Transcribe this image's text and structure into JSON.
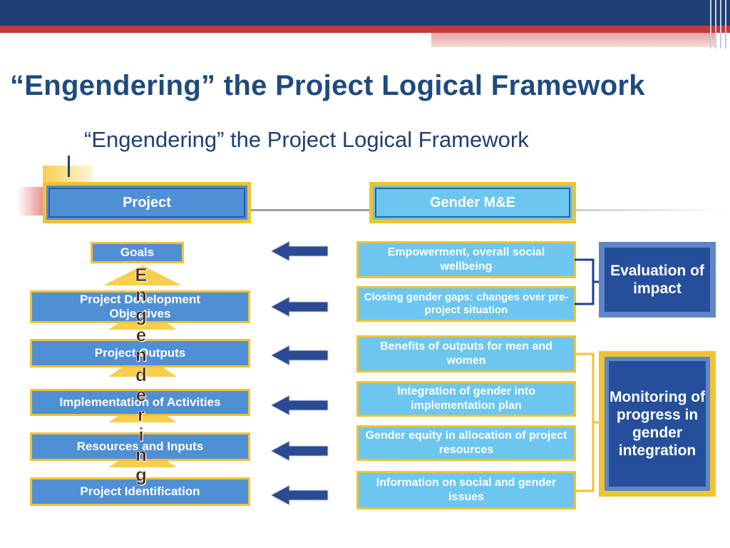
{
  "slide": {
    "title": "“Engendering” the Project Logical Framework"
  },
  "diagram": {
    "title": "“Engendering” the Project Logical Framework",
    "project_header": "Project",
    "gender_header": "Gender M&E",
    "left_boxes": [
      {
        "label": "Goals"
      },
      {
        "label": "Project Development Objectives"
      },
      {
        "label": "Project Outputs"
      },
      {
        "label": "Implementation of Activities"
      },
      {
        "label": "Resources and Inputs"
      },
      {
        "label": "Project Identification"
      }
    ],
    "right_boxes": [
      {
        "label": "Empowerment, overall social wellbeing"
      },
      {
        "label": "Closing gender gaps: changes over pre-project situation"
      },
      {
        "label": "Benefits of outputs for men and women"
      },
      {
        "label": "Integration of gender into implementation plan"
      },
      {
        "label": "Gender equity in allocation of project resources"
      },
      {
        "label": "Information on social and gender issues"
      }
    ],
    "evaluation_label": "Evaluation of impact",
    "monitoring_label": "Monitoring of progress in gender integration",
    "engendering_letters": [
      "E",
      "n",
      "g",
      "e",
      "n",
      "d",
      "e",
      "r",
      "i",
      "n",
      "g"
    ]
  },
  "colors": {
    "header_navy": "#1e3f73",
    "accent_red": "#c8373a",
    "left_box_blue": "#4f8fd6",
    "right_box_blue": "#6cc6ef",
    "frame_gold": "#f1c232",
    "arrow_navy": "#2b4a92",
    "eval_box_blue": "#254f9c"
  }
}
